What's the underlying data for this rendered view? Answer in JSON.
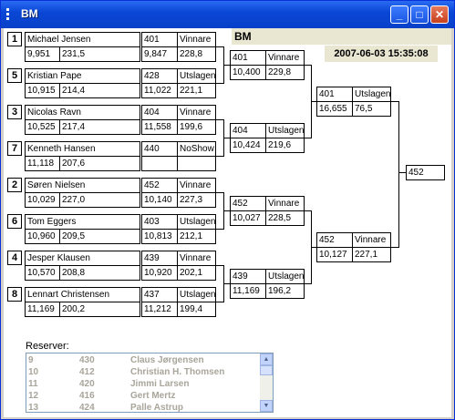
{
  "window": {
    "title": "BM"
  },
  "header": {
    "label": "BM",
    "datetime": "2007-06-03 15:35:08"
  },
  "round1": [
    {
      "seed": "1",
      "name": "Michael Jensen",
      "v1": "9,951",
      "v2": "231,5"
    },
    {
      "seed": "5",
      "name": "Kristian Pape",
      "v1": "10,915",
      "v2": "214,4"
    },
    {
      "seed": "3",
      "name": "Nicolas Ravn",
      "v1": "10,525",
      "v2": "217,4"
    },
    {
      "seed": "7",
      "name": "Kenneth Hansen",
      "v1": "11,118",
      "v2": "207,6"
    },
    {
      "seed": "2",
      "name": "Søren Nielsen",
      "v1": "10,029",
      "v2": "227,0"
    },
    {
      "seed": "6",
      "name": "Tom Eggers",
      "v1": "10,960",
      "v2": "209,5"
    },
    {
      "seed": "4",
      "name": "Jesper Klausen",
      "v1": "10,570",
      "v2": "208,8"
    },
    {
      "seed": "8",
      "name": "Lennart Christensen",
      "v1": "11,169",
      "v2": "200,2"
    }
  ],
  "round1_results": [
    {
      "num": "401",
      "status": "Vinnare",
      "v1": "9,847",
      "v2": "228,8"
    },
    {
      "num": "428",
      "status": "Utslagen",
      "v1": "11,022",
      "v2": "221,1"
    },
    {
      "num": "404",
      "status": "Vinnare",
      "v1": "11,558",
      "v2": "199,6"
    },
    {
      "num": "440",
      "status": "NoShow",
      "v1": "",
      "v2": ""
    },
    {
      "num": "452",
      "status": "Vinnare",
      "v1": "10,140",
      "v2": "227,3"
    },
    {
      "num": "403",
      "status": "Utslagen",
      "v1": "10,813",
      "v2": "212,1"
    },
    {
      "num": "439",
      "status": "Vinnare",
      "v1": "10,920",
      "v2": "202,1"
    },
    {
      "num": "437",
      "status": "Utslagen",
      "v1": "11,212",
      "v2": "199,4"
    }
  ],
  "round2": [
    {
      "num": "401",
      "status": "Vinnare",
      "v1": "10,400",
      "v2": "229,8"
    },
    {
      "num": "404",
      "status": "Utslagen",
      "v1": "10,424",
      "v2": "219,6"
    },
    {
      "num": "452",
      "status": "Vinnare",
      "v1": "10,027",
      "v2": "228,5"
    },
    {
      "num": "439",
      "status": "Utslagen",
      "v1": "11,169",
      "v2": "196,2"
    }
  ],
  "round3": [
    {
      "num": "401",
      "status": "Utslagen",
      "v1": "16,655",
      "v2": "76,5"
    },
    {
      "num": "452",
      "status": "Vinnare",
      "v1": "10,127",
      "v2": "227,1"
    }
  ],
  "final": {
    "num": "452"
  },
  "reserves": {
    "label": "Reserver:",
    "rows": [
      {
        "pos": "9",
        "num": "430",
        "name": "Claus Jørgensen"
      },
      {
        "pos": "10",
        "num": "412",
        "name": "Christian H. Thomsen"
      },
      {
        "pos": "11",
        "num": "420",
        "name": "Jimmi Larsen"
      },
      {
        "pos": "12",
        "num": "416",
        "name": "Gert Mertz"
      },
      {
        "pos": "13",
        "num": "424",
        "name": "Palle Astrup"
      }
    ]
  }
}
